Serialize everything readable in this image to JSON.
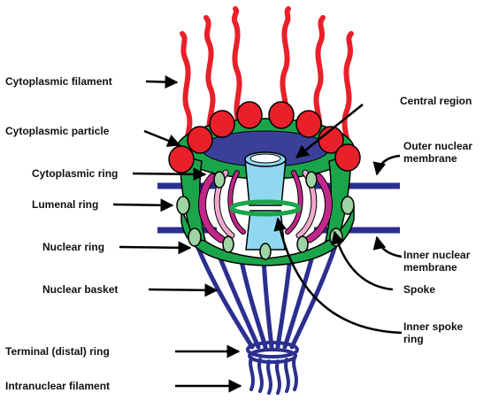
{
  "labels": {
    "cytoplasmic_filament": "Cytoplasmic filament",
    "cytoplasmic_particle": "Cytoplasmic particle",
    "cytoplasmic_ring": "Cytoplasmic ring",
    "lumenal_ring": "Lumenal ring",
    "nuclear_ring": "Nuclear ring",
    "nuclear_basket": "Nuclear basket",
    "terminal_ring": "Terminal (distal) ring",
    "intranuclear_filament": "Intranuclear filament",
    "central_region": "Central region",
    "outer_nuclear_membrane_1": "Outer nuclear",
    "outer_nuclear_membrane_2": "membrane",
    "inner_nuclear_membrane_1": "Inner nuclear",
    "inner_nuclear_membrane_2": "membrane",
    "spoke": "Spoke",
    "inner_spoke_ring_1": "Inner spoke",
    "inner_spoke_ring_2": "ring"
  },
  "colors": {
    "filament": "#e8202a",
    "particle": "#e8202a",
    "ring_green": "#1aa54a",
    "lumenal": "#9ed3a3",
    "membrane": "#2b2f8f",
    "basket": "#2b2f8f",
    "central": "#8fd8f0",
    "spoke_magenta": "#c2268a",
    "spoke_pink": "#f0a9cf",
    "outline": "#000000"
  }
}
